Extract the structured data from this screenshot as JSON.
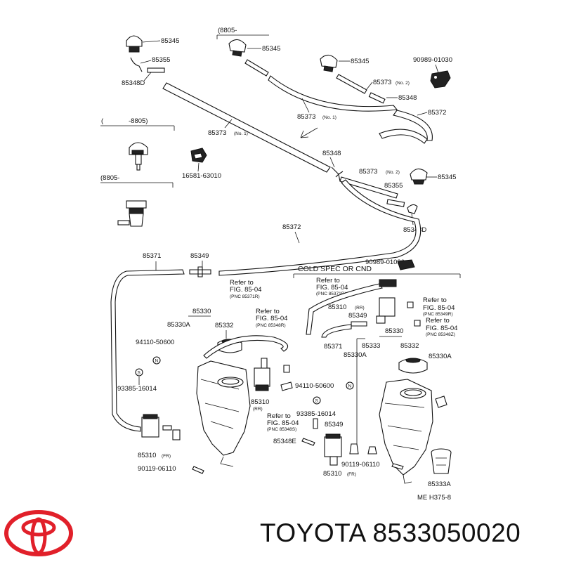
{
  "brand": {
    "name": "TOYOTA",
    "part_number": "8533050020",
    "logo_icon": "toyota-logo-icon"
  },
  "diagram": {
    "code": "ME  H375-8",
    "cold_spec_header": "COLD SPEC OR CND",
    "bracket_top": "(8805-",
    "bracket_left_top": "(",
    "bracket_left_top_end": "-8805)",
    "bracket_left_bottom": "(8805-",
    "labels": {
      "l85345_a": "85345",
      "l85355_a": "85355",
      "l85348d_a": "85348D",
      "l85345_b": "85345",
      "l85345_c": "85345",
      "l90989_a": "90989-01030",
      "l85373_no2_a": "85373",
      "no2_a": "(No. 2)",
      "l85348_a": "85348",
      "l85372_a": "85372",
      "l85373_no1_a": "85373",
      "no1_a": "(No. 1)",
      "l85373_no1_b": "85373",
      "no1_b": "(No. 1)",
      "l16581": "16581-63010",
      "l85348_b": "85348",
      "l85373_no2_b": "85373",
      "no2_b": "(No. 2)",
      "l85345_d": "85345",
      "l85355_b": "85355",
      "l85348d_b": "85348D",
      "l85372_b": "85372",
      "l85371_a": "85371",
      "l85349_a": "85349",
      "l90989_b": "90989-01030",
      "ref1": "Refer to",
      "ref1b": "FIG. 85-04",
      "ref1c": "(PNC 85371R)",
      "l85330_a": "85330",
      "l85330a_a": "85330A",
      "l85332_a": "85332",
      "ref2": "Refer to",
      "ref2b": "FIG. 85-04",
      "ref2c": "(PNC 85348R)",
      "l94110_a": "94110-50600",
      "l93385_a": "93385-16014",
      "l85310rr_a": "85310",
      "rr_a": "(RR)",
      "ref3": "Refer to",
      "ref3b": "FIG. 85-04",
      "ref3c": "(PNC 85348S)",
      "l85310fr_a": "85310",
      "fr_a": "(FR)",
      "l90119_a": "90119-06110",
      "ref4": "Refer to",
      "ref4b": "FIG. 85-04",
      "ref4c": "(PNC 85371R)",
      "l85310rr_b": "85310",
      "rr_b": "(RR)",
      "l85349_b": "85349",
      "ref5": "Refer to",
      "ref5b": "FIG. 85-04",
      "ref5c": "(PNC 85349R)",
      "ref6": "Refer to",
      "ref6b": "FIG. 85-04",
      "ref6c": "(PNC 85348Z)",
      "l85330_b": "85330",
      "l85371_b": "85371",
      "l85333": "85333",
      "l85332_b": "85332",
      "l85330a_b": "85330A",
      "l85330a_c": "85330A",
      "l94110_b": "94110-50600",
      "l93385_b": "93385-16014",
      "l85349_c": "85349",
      "l85348e": "85348E",
      "l85310fr_b": "85310",
      "fr_b": "(FR)",
      "l90119_b": "90119-06110",
      "l85333a": "85333A",
      "n_a": "N",
      "s_a": "S",
      "n_b": "N",
      "s_b": "S"
    }
  }
}
